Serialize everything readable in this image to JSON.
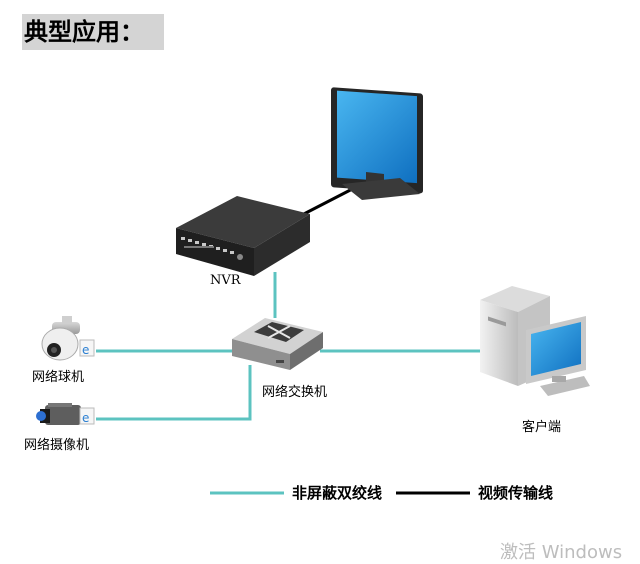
{
  "title": "典型应用：",
  "devices": {
    "nvr": "NVR",
    "switch": "网络交换机",
    "dome_camera": "网络球机",
    "box_camera": "网络摄像机",
    "client": "客户端"
  },
  "legend": {
    "utp_label": "非屏蔽双绞线",
    "video_label": "视频传输线"
  },
  "colors": {
    "utp_line": "#5cc3c0",
    "video_line": "#000000",
    "screen": "#1e8fdc"
  },
  "icons": [
    "monitor-icon",
    "nvr-icon",
    "switch-icon",
    "dome-camera-icon",
    "box-camera-icon",
    "client-pc-icon"
  ],
  "watermark": "激活 Windows"
}
